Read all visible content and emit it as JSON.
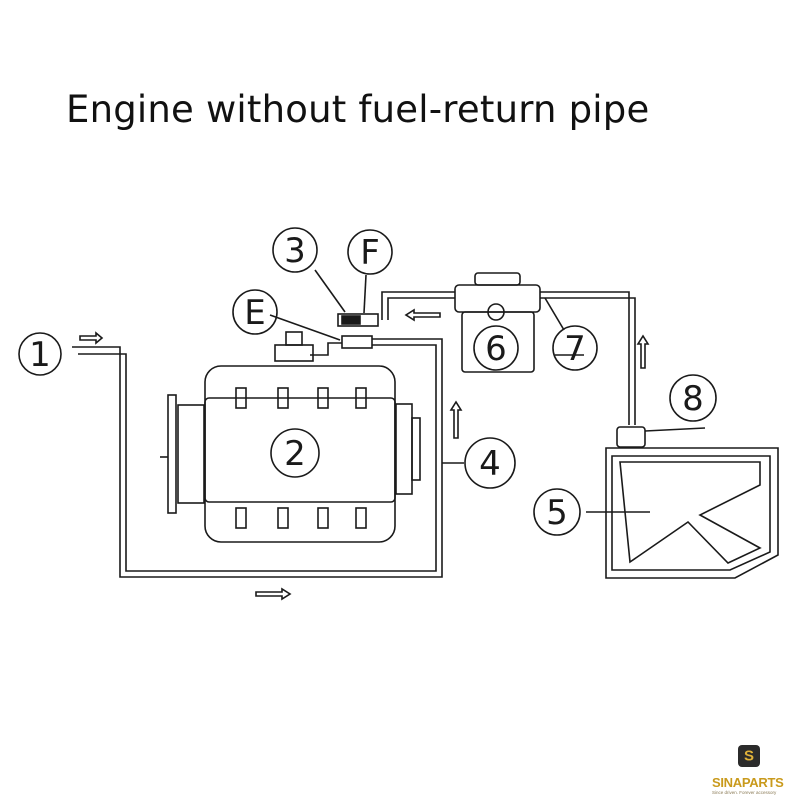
{
  "title": "Engine without fuel-return pipe",
  "labels": {
    "l1": "1",
    "l2": "2",
    "l3": "3",
    "l4": "4",
    "l5": "5",
    "l6": "6",
    "l7": "7",
    "l8": "8",
    "lE": "E",
    "lF": "F"
  },
  "brand": {
    "name": "SINAPARTS",
    "tagline": "Since driven. Forever accessory",
    "logo_letter": "S",
    "accent_color": "#c99a1c",
    "logo_bg": "#2b2b2b"
  }
}
